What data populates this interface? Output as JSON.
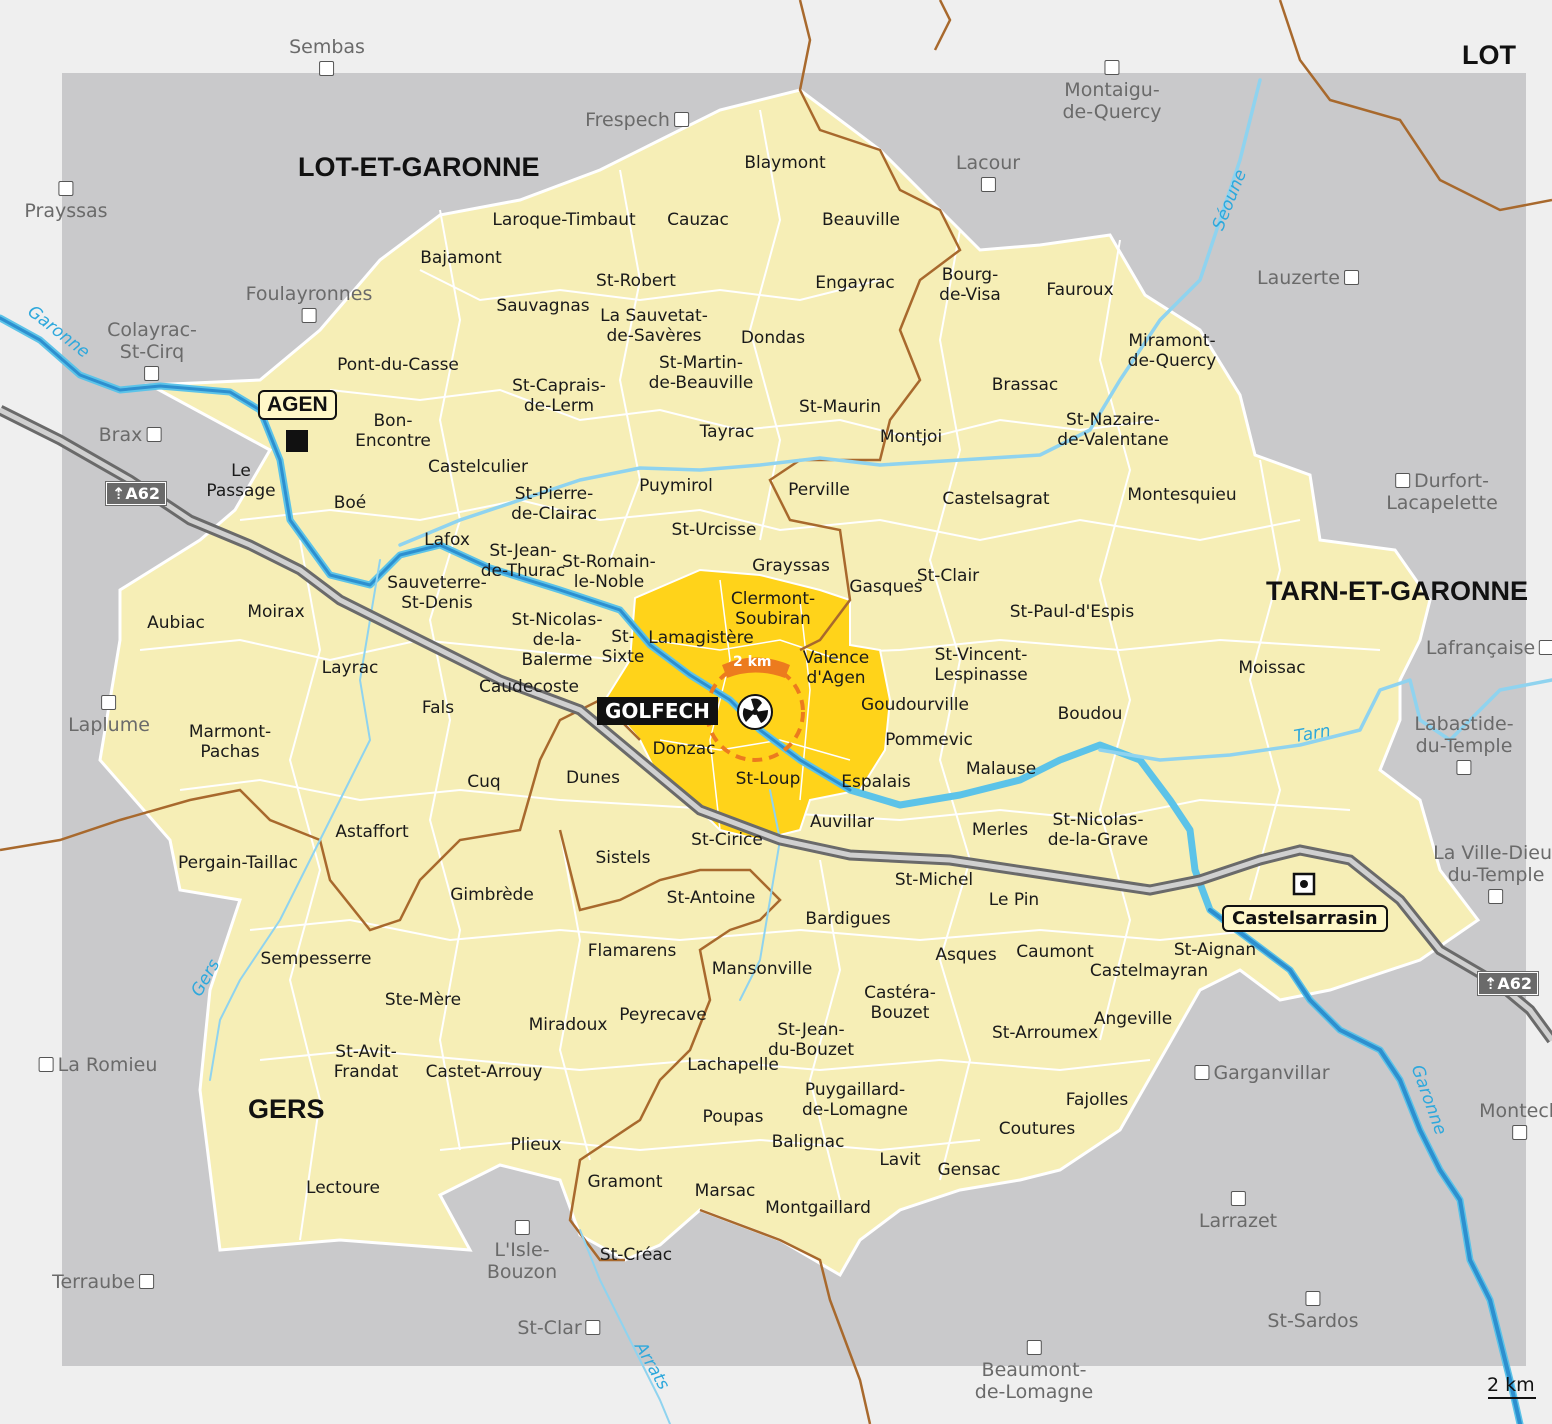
{
  "departments": {
    "lot_et_garonne": "LOT-ET-GARONNE",
    "lot": "LOT",
    "tarn_et_garonne": "TARN-ET-GARONNE",
    "gers": "GERS"
  },
  "plant": {
    "name": "GOLFECH",
    "radius_label": "2 km"
  },
  "cities": {
    "agen": "AGEN",
    "castelsarrasin": "Castelsarrasin"
  },
  "motorway": {
    "label": "A62"
  },
  "rivers": {
    "garonne": "Garonne",
    "seoune": "Séoune",
    "tarn": "Tarn",
    "gers": "Gers",
    "arrats": "Arrats"
  },
  "scale": {
    "label": "2 km"
  },
  "communes": [
    "Blaymont",
    "Laroque-Timbaut",
    "Cauzac",
    "Beauville",
    "Bajamont",
    "St-Robert",
    "Engayrac",
    "Bourg-\nde-Visa",
    "Fauroux",
    "Sauvagnas",
    "La Sauvetat-\nde-Savères",
    "Dondas",
    "Miramont-\nde-Quercy",
    "Pont-du-Casse",
    "St-Martin-\nde-Beauville",
    "Brassac",
    "St-Caprais-\nde-Lerm",
    "St-Maurin",
    "Bon-\nEncontre",
    "St-Nazaire-\nde-Valentane",
    "Tayrac",
    "Montjoi",
    "Castelculier",
    "Le\nPassage",
    "Puymirol",
    "Perville",
    "St-Pierre-\nde-Clairac",
    "Castelsagrat",
    "Montesquieu",
    "Boé",
    "St-Urcisse",
    "Lafox",
    "St-Jean-\nde-Thurac",
    "St-Romain-\nle-Noble",
    "Grayssas",
    "St-Clair",
    "Gasques",
    "Clermont-\nSoubiran",
    "Sauveterre-\nSt-Denis",
    "Moirax",
    "St-Paul-d'Espis",
    "Aubiac",
    "St-Nicolas-\nde-la-\nBalerme",
    "St-\nSixte",
    "Lamagistère",
    "Valence\nd'Agen",
    "St-Vincent-\nLespinasse",
    "Moissac",
    "Layrac",
    "Caudecoste",
    "Goudourville",
    "Fals",
    "Boudou",
    "Pommevic",
    "Marmont-\nPachas",
    "Donzac",
    "Malause",
    "Cuq",
    "Dunes",
    "St-Loup",
    "Espalais",
    "Auvillar",
    "Astaffort",
    "Merles",
    "St-Nicolas-\nde-la-Grave",
    "Sistels",
    "St-Cirice",
    "Pergain-Taillac",
    "St-Michel",
    "Le Pin",
    "St-Antoine",
    "Gimbrède",
    "Bardigues",
    "St-Aignan",
    "Flamarens",
    "Asques",
    "Caumont",
    "Sempesserre",
    "Mansonville",
    "Castelmayran",
    "Castéra-\nBouzet",
    "Ste-Mère",
    "Peyrecave",
    "Miradoux",
    "St-Jean-\ndu-Bouzet",
    "St-Arroumex",
    "Angeville",
    "St-Avit-\nFrandat",
    "Castet-Arrouy",
    "Lachapelle",
    "Puygaillard-\nde-Lomagne",
    "Fajolles",
    "Poupas",
    "Coutures",
    "Balignac",
    "Plieux",
    "Lavit",
    "Gensac",
    "Lectoure",
    "Gramont",
    "Marsac",
    "Montgaillard",
    "St-Créac"
  ],
  "outside_places": [
    "Sembas",
    "Montaigu-\nde-Quercy",
    "Frespech",
    "Lacour",
    "Prayssas",
    "Lauzerte",
    "Foulayronnes",
    "Colayrac-\nSt-Cirq",
    "Brax",
    "Durfort-\nLacapelette",
    "Lafrançaise",
    "Laplume",
    "Labastide-\ndu-Temple",
    "La Ville-Dieu-\ndu-Temple",
    "La Romieu",
    "Garganvillar",
    "Montech",
    "Larrazet",
    "L'Isle-\nBouzon",
    "Terraube",
    "St-Sardos",
    "St-Clar",
    "Beaumont-\nde-Lomagne"
  ],
  "colors": {
    "commune_fill": "#f6eeb6",
    "zone_fill": "#ffd31a",
    "outside_fill": "#c9c9cb",
    "river": "#5cc3e8",
    "dept_border": "#a8692d",
    "motorway": "#6a6a6a",
    "ring": "#ec7b1e"
  }
}
